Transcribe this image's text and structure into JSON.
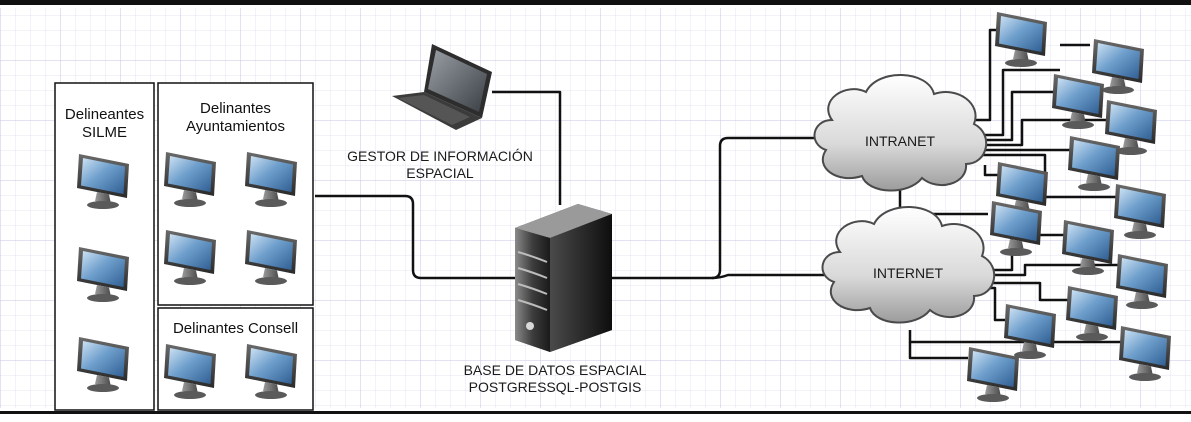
{
  "groups": {
    "silme": "Delineantes\nSILME",
    "ayuntamientos": "Delinantes\nAyuntamientos",
    "consell": "Delinantes Consell"
  },
  "gestor": "GESTOR DE INFORMACIÓN\nESPACIAL",
  "database": "BASE DE DATOS ESPACIAL\nPOSTGRESSQL-POSTGIS",
  "clouds": {
    "intranet": "INTRANET",
    "internet": "INTERNET"
  },
  "icons": {
    "monitor": "monitor-icon",
    "laptop": "laptop-icon",
    "server": "server-icon",
    "cloud": "cloud-icon"
  }
}
